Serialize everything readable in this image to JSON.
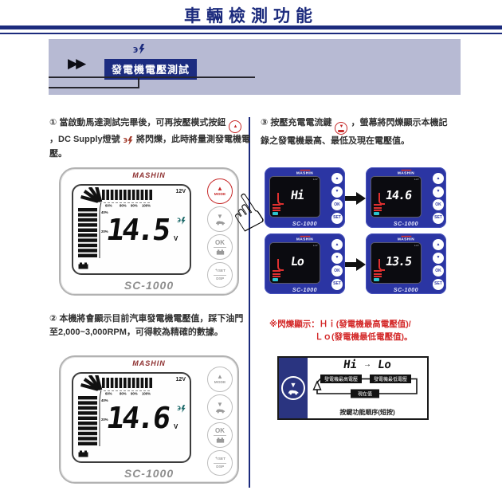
{
  "title": "車輛檢測功能",
  "banner": {
    "label": "發電機電壓測試"
  },
  "icons": {
    "play": "▶▶",
    "up": "▲",
    "down": "▼",
    "hand": "☝",
    "dc_bracket": "϶",
    "return_set": "↰"
  },
  "steps": {
    "step1": {
      "part1": "① 當啟動馬達測試完畢後，可再按壓模式按鈕",
      "part2": "，DC Supply燈號",
      "part3": "將閃爍，此時將量測發電機電壓。"
    },
    "step2": {
      "text": "② 本機將會顯示目前汽車發電機電壓值，踩下油門至2,000~3,000RPM，可得較為精確的數據。"
    },
    "step3": {
      "part1": "③ 按壓充電電流鍵",
      "part2": "，螢幕將閃爍顯示本機記錄之發電機最高、最低及現在電壓值。"
    }
  },
  "device_large": {
    "brand": "MASHIN",
    "model": "SC-1000",
    "battery_label": "12V",
    "volt_unit": "V",
    "percent_labels": [
      "60%",
      "80%",
      "90%",
      "100%"
    ],
    "percent_corner": "40%",
    "percent_left": "20%",
    "buttons": {
      "mode": "MODE",
      "ok": "OK",
      "set": "SET",
      "dsp": "DSP"
    }
  },
  "device1": {
    "value": "14.5"
  },
  "device2": {
    "value": "14.6"
  },
  "mini_common": {
    "brand": "MASHIN",
    "model": "SC-1000",
    "battery_label": "12V",
    "ok": "OK",
    "set": "SET"
  },
  "mini_devices": [
    {
      "value": "Hi"
    },
    {
      "value": "14.6"
    },
    {
      "value": "Lo"
    },
    {
      "value": "13.5"
    }
  ],
  "note": {
    "line1": "※閃爍顯示：Ｈｉ(發電機最高電壓值)/",
    "line2": "Ｌｏ(發電機最低電壓值)。"
  },
  "diagram": {
    "hi": "Hi",
    "arrow": "→",
    "lo": "Lo",
    "box_high": "發電機最高電壓",
    "box_low": "發電機最低電壓",
    "box_now": "現在值",
    "caption": "按鍵功能順序(短按)"
  }
}
